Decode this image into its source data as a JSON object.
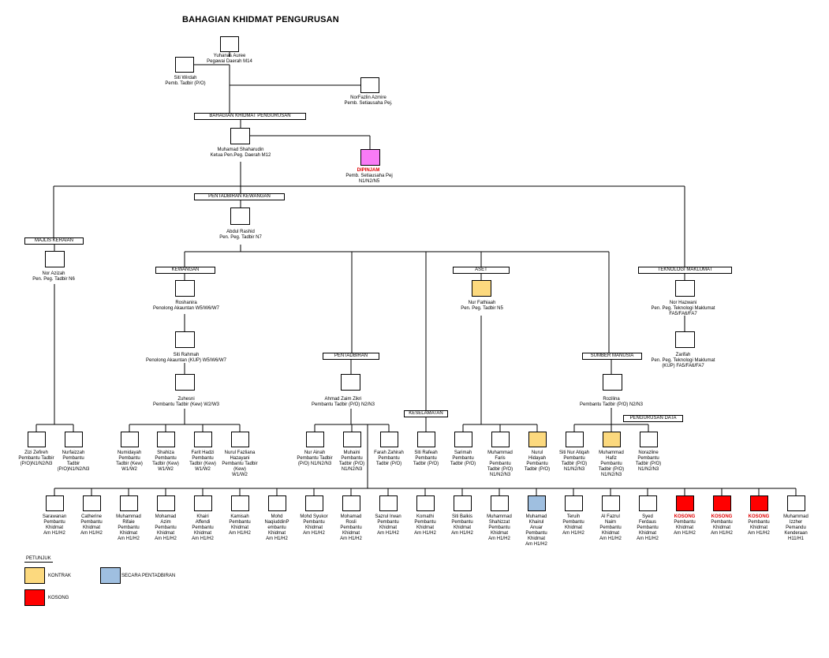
{
  "title": "BAHAGIAN KHIDMAT PENGURUSAN",
  "colors": {
    "kontrak": "#fcd97e",
    "kosong": "#ff0000",
    "secara_pentadbiran": "#9fbfe0",
    "dipinjam": "#f97bf6",
    "line": "#000000"
  },
  "banners": {
    "bkp": "BAHAGIAN KHIDMAT PENGURUSAN",
    "pentadbiran_kewangan": "PENTADBIRAN KEWANGAN",
    "majlis_keraian": "MAJLIS KERAIAN",
    "kewangan": "KEWANGAN",
    "pentadbiran": "PENTADBIRAN",
    "keselamatan": "KESELAMATAN",
    "aset": "ASET",
    "sumber_manusia": "SUMBER MANUSIA",
    "pengurusan_data": "PENGURUSAN DATA",
    "teknologi_maklumat": "TEKNOLOGI MAKLUMAT"
  },
  "people": {
    "yuhanas": "Yuhanas Auree\nPegawai Daerah M14",
    "wirdah": "Siti Wirdah\nPemb. Tadbir (P/O)",
    "norfazlin": "NorFazlin Azmire\nPemb. Setiausaha Pej.",
    "shaharudin": "Muhamad Shaharudin\nKetua Pen.Peg. Daerah M12",
    "dipinjam_status": "DIPINJAM",
    "dipinjam_role": "Pemb. Setiausaha Pej\nN1/N2/N5",
    "abdul": "Abdul Rashid\nPen. Peg. Tadbir N7",
    "azizah": "Nor Azizah\nPen. Peg. Tadbir N6",
    "roshanira": "Roshanira\nPenolong Akauntan W5/W6/W7",
    "rahmah": "Siti Rahmah\nPenolong Akauntan (KUP) W5/W6/W7",
    "zuhesni": "Zuhesni\nPembantu Tadbir (Kew) W2/W3",
    "ahmad_zaim": "Ahmad Zaim Zikri\nPembantu Tadbir (P/O) N2/N3",
    "fathiaah": "Nur Fathiaah\nPen. Peg. Tadbir N5",
    "rozilina": "Rozilina\nPembantu Tadbir (P/O) N2/N3",
    "hazwani": "Nor Hazwani\nPen. Peg. Teknologi Maklumat\nFA5/FA6/FA7",
    "zarifah": "Zarifah\nPen. Peg. Teknologi Maklumat\n(KUP) FA5/FA6/FA7"
  },
  "row1": [
    "Zizi Zefireh\nPembantu Tadbir\n(P/O)N1/N2/N3",
    "Nurfaizzah\nPembantu\nTadbir\n(P/O)N1/N2/N3",
    "Numidayah\nPembantu\nTadbir (Kew)\nW1/W2",
    "Shahiza\nPembantu\nTadbir (Kew)\nW1/W2",
    "Farit Hadzi\nPembantu\nTadbir (Kew)\nW1/W2",
    "Nurul Fazliana\nHazayani\nPembantu Tadbir\n(Kew)\nW1/W2",
    "Nur Ainah\nPembantu Tadbir\n(P/O) N1/N2/N3",
    "Muhaini\nPembantu\nTadbir (P/O)\nN1/N2/N3",
    "Farah Zahirah\nPembantu\nTadbir (P/O)",
    "Siti Rafeah\nPembantu\nTadbir (P/O)",
    "Sarimah\nPembantu\nTadbir (P/O)",
    "Muhammad\nFaris\nPembantu\nTadbir (P/O)\nN1/N2/N3",
    "Nurul\nHidayah\nPembantu\nTadbir (P/O)",
    "Siti Nur Atiqah\nPembantu\nTadbir (P/O)\nN1/N2/N3",
    "Muhammad\nHafiz\nPembantu\nTadbir (P/O)\nN1/N2/N3",
    "Norazline\nPembantu\nTadbir (P/O)\nN1/N2/N3"
  ],
  "row2": [
    "Sarawanan\nPembantu\nKhidmat\nAm H1/H2",
    "Catherine\nPembantu\nKhidmat\nAm H1/H2",
    "Muhammad\nRifaie\nPembantu\nKhidmat\nAm H1/H2",
    "Mohamad\nAzim\nPembantu\nKhidmat\nAm H1/H2",
    "Khairi\nAffendi\nPembantu\nKhidmat\nAm H1/H2",
    "Kamisah\nPembantu\nKhidmat\nAm H1/H2",
    "Mohd\nNaqiuddinP\nembantu\nKhidmat\nAm H1/H2",
    "Mohd Syukor\nPembantu\nKhidmat\nAm H1/H2",
    "Mohamad\nRosli\nPembantu\nKhidmat\nAm H1/H2",
    "Sazrul Irwan\nPembantu\nKhidmat\nAm H1/H2",
    "Komathi\nPembantu\nKhidmat\nAm H1/H2",
    "Siti Balkis\nPembantu\nKhidmat\nAm H1/H2",
    "Muhammad\nShahizzat\nPembantu\nKhidmat\nAm H1/H2",
    "Muhamad\nKhairul\nAnuar\nPembantu\nKhidmat\nAm H1/H2",
    "Teruih\nPembantu\nKhidmat\nAm H1/H2",
    "Al Fazrul\nNaim\nPembantu\nKhidmat\nAm H1/H2",
    "Syed\nFerdaus\nPembantu\nKhidmat\nAm H1/H2",
    "Pembantu\nKhidmat\nAm H1/H2",
    "Pembantu\nKhidmat\nAm H1/H2",
    "Pembantu\nKhidmat\nAm H1/H2",
    "Muhammad\nIzzher\nPemandu\nKenderaan\nH11/H1"
  ],
  "kosong_label": "KOSONG",
  "legend": {
    "title": "PETUNJUK",
    "kontrak": "KONTRAK",
    "secara_pentadbiran": "SECARA PENTADBIRAN",
    "kosong": "KOSONG"
  }
}
